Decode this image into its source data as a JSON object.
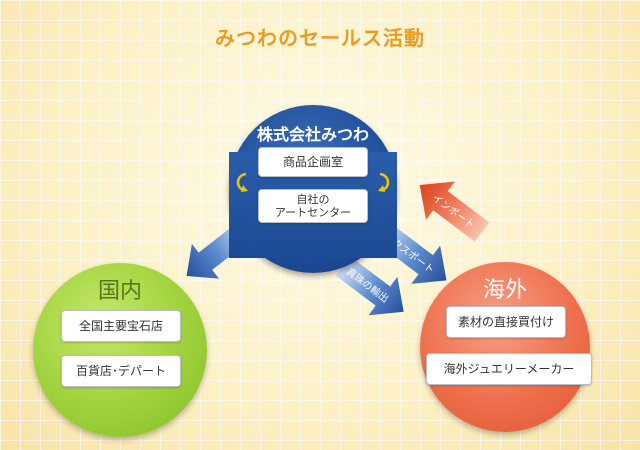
{
  "title": "みつわのセールス活動",
  "company": {
    "name": "株式会社みつわ",
    "departments": [
      "商品企画室",
      "自社の",
      "アートセンター"
    ]
  },
  "domestic": {
    "title": "国内",
    "items": [
      "全国主要宝石店",
      "百貨店･デパート"
    ]
  },
  "overseas": {
    "title": "海外",
    "items": [
      "素材の直接買付け",
      "海外ジュエリーメーカー"
    ]
  },
  "flows": {
    "import": "インポート",
    "export": "エクスポート",
    "pearl_export": "真珠の輸出"
  },
  "colors": {
    "title": "#ef9a1e",
    "company": "#1f4d9a",
    "domestic": "#9fd13b",
    "overseas": "#ee6f4c",
    "import_arrow": "#e8512e",
    "export_arrow": "#2f5fae",
    "cycle_arrow": "#f5c400"
  }
}
